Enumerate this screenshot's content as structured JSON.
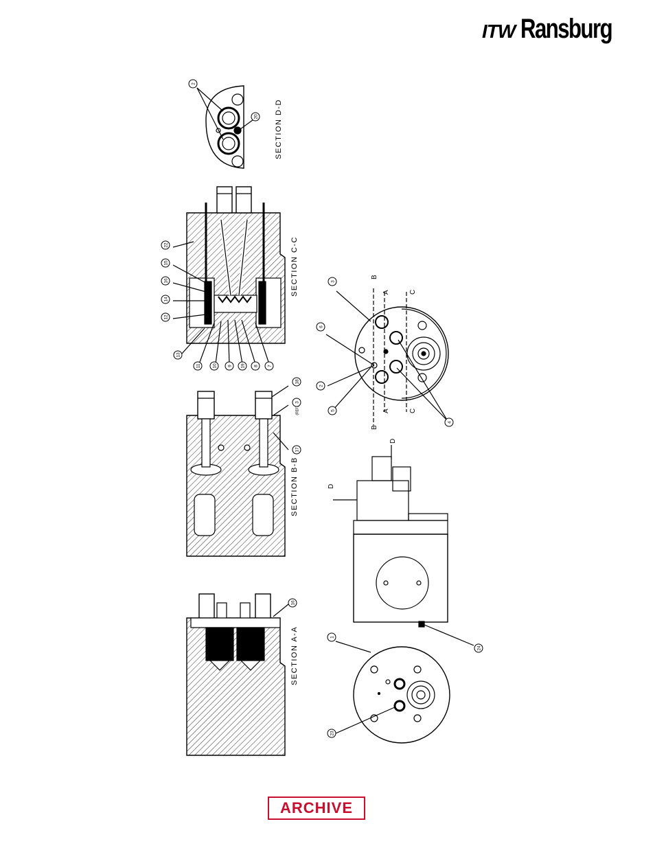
{
  "brand": {
    "prefix": "ITW",
    "name": "Ransburg"
  },
  "stamp": "ARCHIVE",
  "sections": {
    "aa": "SECTION  A-A",
    "bb": "SECTION  B-B",
    "cc": "SECTION  C-C",
    "dd": "SECTION  D-D"
  },
  "cut_marks": {
    "a": "A",
    "b": "B",
    "c": "C",
    "d": "D"
  },
  "callouts": {
    "s_dd": [
      "2",
      "20"
    ],
    "s_cc": [
      "22",
      "15",
      "16",
      "14",
      "12",
      "13",
      "11",
      "10",
      "9",
      "19",
      "8",
      "7"
    ],
    "s_bb": [
      "18",
      "3",
      "(REF)",
      "17"
    ],
    "s_aa": [
      "16"
    ],
    "front": [
      "3",
      "6",
      "2",
      "5",
      "4"
    ],
    "side": [
      "24"
    ],
    "bottom": [
      "1",
      "23"
    ]
  },
  "colors": {
    "ink": "#000000",
    "stamp": "#c8102e"
  }
}
